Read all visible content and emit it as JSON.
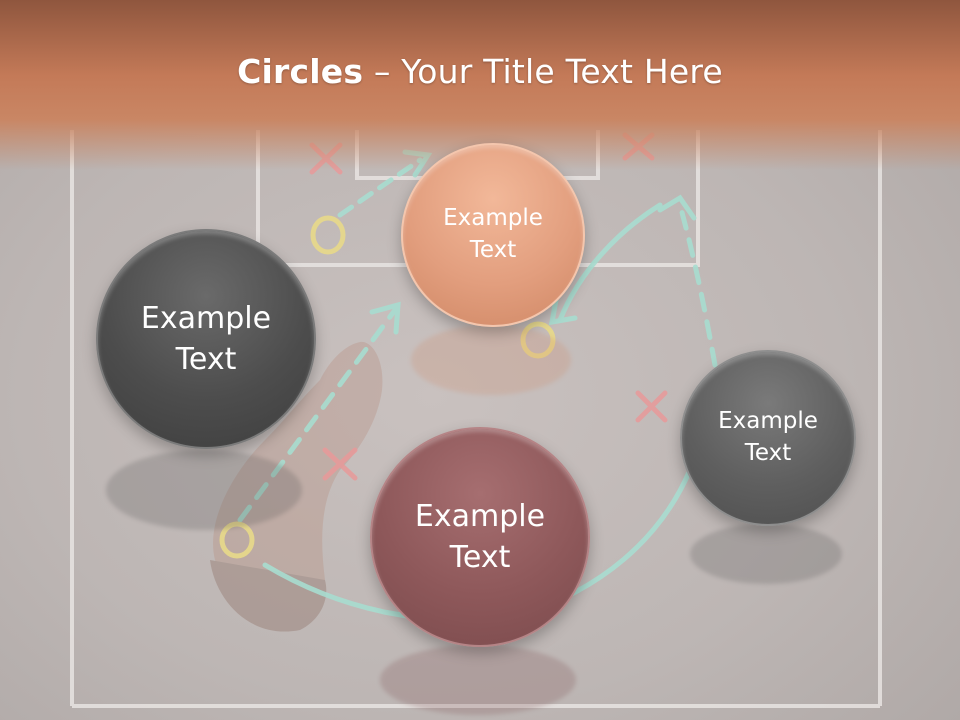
{
  "slide": {
    "title_bold": "Circles",
    "title_rest": " – Your Title Text Here",
    "circles": [
      {
        "label": "Example\nText"
      },
      {
        "label": "Example\nText"
      },
      {
        "label": "Example\nText"
      },
      {
        "label": "Example\nText"
      }
    ]
  },
  "colors": {
    "header": "#c47a58",
    "circle_dark": "#4d4d4d",
    "circle_peach": "#e29e7e",
    "circle_maroon": "#8e585a",
    "circle_gray": "#5f5f5f",
    "chalk_arrow": "#a8ddd0",
    "chalk_x": "#e89a9a",
    "chalk_o": "#e8d98a"
  }
}
